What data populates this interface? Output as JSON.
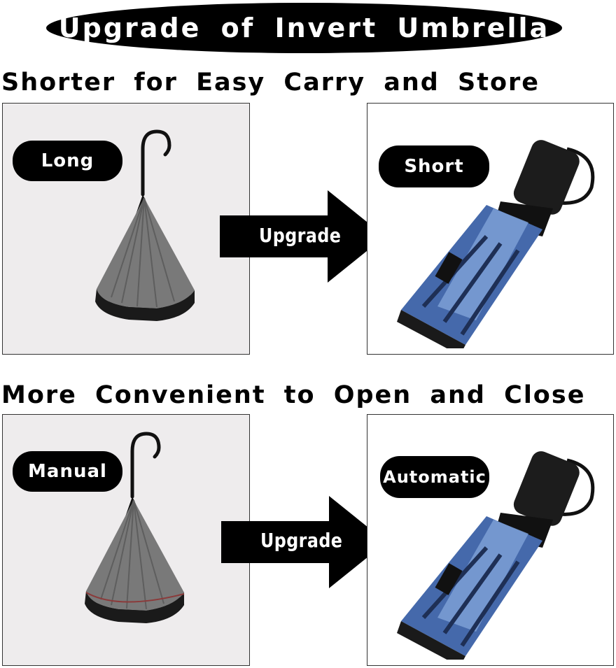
{
  "banner": {
    "title": "Upgrade of Invert Umbrella"
  },
  "section1": {
    "heading": "Shorter for Easy Carry and Store",
    "left_label": "Long",
    "arrow_label": "Upgrade",
    "right_label": "Short"
  },
  "section2": {
    "heading": "More Convenient to Open and Close",
    "left_label": "Manual",
    "arrow_label": "Upgrade",
    "right_label": "Automatic"
  },
  "colors": {
    "banner_bg": "#000000",
    "panel_gray": "#eeeced",
    "canopy_gray": "#7a7a7a",
    "canopy_blue": "#3f6ab0"
  },
  "icons": [
    "long-umbrella-icon",
    "folded-umbrella-icon",
    "right-arrow-icon"
  ]
}
